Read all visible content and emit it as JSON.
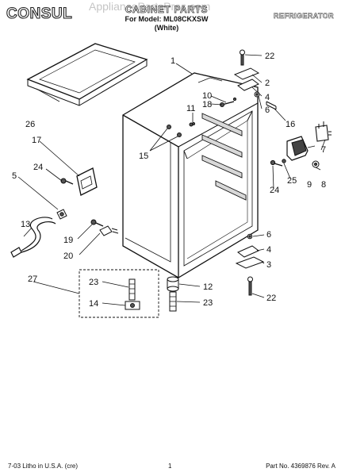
{
  "header": {
    "brand": "CONSUL",
    "title": "CABINET PARTS",
    "model_line": "For Model: ML08CKXSW",
    "color_line": "(White)",
    "category": "REFRIGERATOR",
    "watermark": "AppliancePartsPros.com"
  },
  "callouts": {
    "c1": "1",
    "c2": "2",
    "c3": "3",
    "c4a": "4",
    "c4b": "4",
    "c5": "5",
    "c6a": "6",
    "c6b": "6",
    "c7": "7",
    "c8": "8",
    "c9": "9",
    "c10": "10",
    "c11": "11",
    "c12": "12",
    "c13": "13",
    "c14": "14",
    "c15": "15",
    "c16": "16",
    "c17": "17",
    "c18": "18",
    "c19": "19",
    "c20": "20",
    "c22a": "22",
    "c22b": "22",
    "c23a": "23",
    "c23b": "23",
    "c24a": "24",
    "c24b": "24",
    "c25": "25",
    "c26": "26",
    "c27": "27"
  },
  "footer": {
    "left": "7-03 Litho in U.S.A. (cre)",
    "center": "1",
    "right": "Part No. 4369876 Rev. A"
  }
}
